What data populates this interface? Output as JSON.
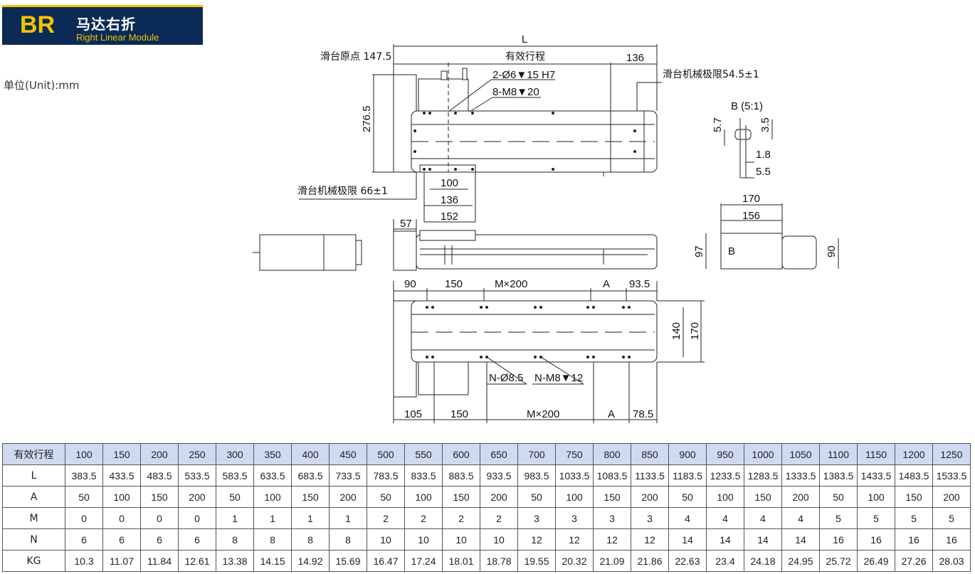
{
  "header": {
    "code": "BR",
    "title_cn": "马达右折",
    "title_en": "Right Linear Module"
  },
  "unit_label": "单位(Unit):mm",
  "drawing": {
    "dims": {
      "L": "L",
      "slide_origin": "滑台原点 147.5",
      "effective_stroke": "有效行程",
      "end_136": "136",
      "pin_hole": "2-Ø6▼15  H7",
      "thread_hole": "8-M8▼20",
      "mech_limit_right": "滑台机械极限54.5±1",
      "height_276": "276.5",
      "mech_limit_left": "滑台机械极限 66±1",
      "d100": "100",
      "d136": "136",
      "d152": "152",
      "d57": "57",
      "detail_b": "B (5:1)",
      "d5_7": "5.7",
      "d3_5": "3.5",
      "d1_8": "1.8",
      "d5_5": "5.5",
      "d170_top": "170",
      "d156": "156",
      "d97": "97",
      "b_mark": "B",
      "d90_side": "90",
      "d90": "90",
      "d150": "150",
      "m200_top": "M×200",
      "a_top": "A",
      "d93_5": "93.5",
      "d140": "140",
      "d170_right": "170",
      "n_hole": "N-Ø8.5",
      "n_thread": "N-M8▼12",
      "d105": "105",
      "d150_bottom": "150",
      "m200_bottom": "M×200",
      "a_bottom": "A",
      "d78_5": "78.5"
    }
  },
  "spec_table": {
    "rows": [
      {
        "label": "有效行程",
        "values": [
          "100",
          "150",
          "200",
          "250",
          "300",
          "350",
          "400",
          "450",
          "500",
          "550",
          "600",
          "650",
          "700",
          "750",
          "800",
          "850",
          "900",
          "950",
          "1000",
          "1050",
          "1100",
          "1150",
          "1200",
          "1250"
        ]
      },
      {
        "label": "L",
        "values": [
          "383.5",
          "433.5",
          "483.5",
          "533.5",
          "583.5",
          "633.5",
          "683.5",
          "733.5",
          "783.5",
          "833.5",
          "883.5",
          "933.5",
          "983.5",
          "1033.5",
          "1083.5",
          "1133.5",
          "1183.5",
          "1233.5",
          "1283.5",
          "1333.5",
          "1383.5",
          "1433.5",
          "1483.5",
          "1533.5"
        ]
      },
      {
        "label": "A",
        "values": [
          "50",
          "100",
          "150",
          "200",
          "50",
          "100",
          "150",
          "200",
          "50",
          "100",
          "150",
          "200",
          "50",
          "100",
          "150",
          "200",
          "50",
          "100",
          "150",
          "200",
          "50",
          "100",
          "150",
          "200"
        ]
      },
      {
        "label": "M",
        "values": [
          "0",
          "0",
          "0",
          "0",
          "1",
          "1",
          "1",
          "1",
          "2",
          "2",
          "2",
          "2",
          "3",
          "3",
          "3",
          "3",
          "4",
          "4",
          "4",
          "4",
          "5",
          "5",
          "5",
          "5"
        ]
      },
      {
        "label": "N",
        "values": [
          "6",
          "6",
          "6",
          "6",
          "8",
          "8",
          "8",
          "8",
          "10",
          "10",
          "10",
          "10",
          "12",
          "12",
          "12",
          "12",
          "14",
          "14",
          "14",
          "14",
          "16",
          "16",
          "16",
          "16"
        ]
      },
      {
        "label": "KG",
        "values": [
          "10.3",
          "11.07",
          "11.84",
          "12.61",
          "13.38",
          "14.15",
          "14.92",
          "15.69",
          "16.47",
          "17.24",
          "18.01",
          "18.78",
          "19.55",
          "20.32",
          "21.09",
          "21.86",
          "22.63",
          "23.4",
          "24.18",
          "24.95",
          "25.72",
          "26.49",
          "27.26",
          "28.03"
        ]
      }
    ]
  }
}
